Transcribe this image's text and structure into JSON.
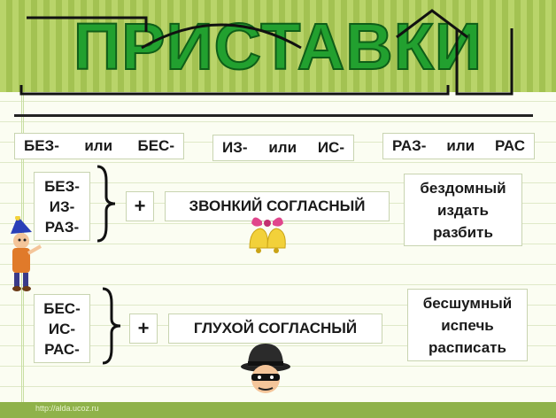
{
  "title": "ПРИСТАВКИ",
  "pairs": [
    {
      "a": "БЕЗ-",
      "ili": "или",
      "b": "БЕС-"
    },
    {
      "a": "ИЗ-",
      "ili": "или",
      "b": "ИС-"
    },
    {
      "a": "РАЗ-",
      "ili": "или",
      "b": "РАС"
    }
  ],
  "group_voiced": {
    "prefixes": [
      "БЕЗ-",
      "ИЗ-",
      "РАЗ-"
    ],
    "plus": "+",
    "rule": "ЗВОНКИЙ СОГЛАСНЫЙ",
    "examples": [
      "бездомный",
      "издать",
      "разбить"
    ]
  },
  "group_voiceless": {
    "prefixes": [
      "БЕС-",
      "ИС-",
      "РАС-"
    ],
    "plus": "+",
    "rule": "ГЛУХОЙ СОГЛАСНЫЙ",
    "examples": [
      "бесшумный",
      "испечь",
      "расписать"
    ]
  },
  "footer": {
    "url": "http://alda.ucoz.ru"
  },
  "colors": {
    "title": "#22a02f",
    "band": "#b9d46a",
    "hat": "#2a3fb8",
    "bell": "#f2d13a",
    "bow": "#e0468c"
  }
}
